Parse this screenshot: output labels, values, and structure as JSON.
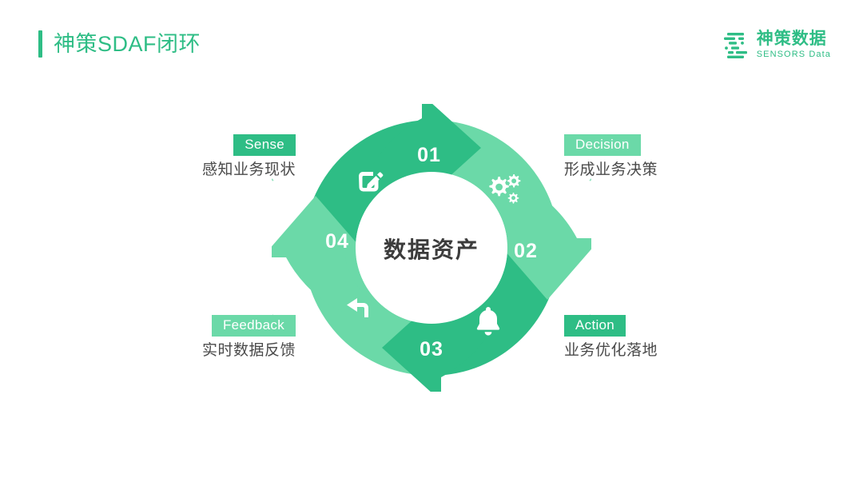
{
  "header": {
    "title": "神策SDAF闭环",
    "accent_color": "#2ebd85"
  },
  "logo": {
    "name_cn": "神策数据",
    "name_en": "SENSORS Data",
    "mark_icon": "sensors-logo-icon",
    "color": "#2ebd85"
  },
  "diagram": {
    "type": "cycle",
    "center_label": "数据资产",
    "colors": {
      "dark_green": "#2ebd85",
      "light_green": "#6bd9a8",
      "connector": "#8fe0bd",
      "text_gray": "#4a4a4a",
      "center_text": "#3c3c3c"
    },
    "steps": [
      {
        "number": "01",
        "badge": "Sense",
        "description": "感知业务现状",
        "icon": "edit-square-icon",
        "badge_color": "#2ebd85",
        "arrow_color": "#2ebd85",
        "position": "top-left"
      },
      {
        "number": "02",
        "badge": "Decision",
        "description": "形成业务决策",
        "icon": "gears-icon",
        "badge_color": "#6bd9a8",
        "arrow_color": "#6bd9a8",
        "position": "top-right"
      },
      {
        "number": "03",
        "badge": "Action",
        "description": "业务优化落地",
        "icon": "bell-icon",
        "badge_color": "#2ebd85",
        "arrow_color": "#2ebd85",
        "position": "bottom-right"
      },
      {
        "number": "04",
        "badge": "Feedback",
        "description": "实时数据反馈",
        "icon": "return-arrow-icon",
        "badge_color": "#6bd9a8",
        "arrow_color": "#6bd9a8",
        "position": "bottom-left"
      }
    ]
  }
}
